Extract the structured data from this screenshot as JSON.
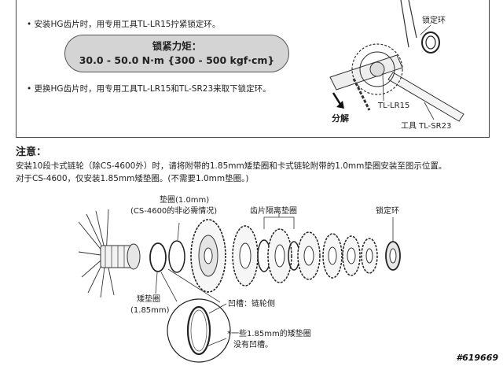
{
  "top_box": {
    "bullet1": "• 安装HG齿片时，用专用工具TL-LR15拧紧锁定环。",
    "torque_title": "锁紧力矩：",
    "torque_value": "30.0 - 50.0 N·m {300 - 500 kgf·cm}",
    "bullet2": "• 更换HG齿片时，用专用工具TL-LR15和TL-SR23来取下锁定环。",
    "label_lockring": "锁定环",
    "label_lr15": "TL-LR15",
    "label_remove": "分解",
    "label_sr23": "工具 TL-SR23"
  },
  "note": {
    "heading": "注意：",
    "line1": "安装10段卡式链轮（除CS-4600外）时，请将附带的1.85mm矮垫圈和卡式链轮附带的1.0mm垫圈安装至图示位置。",
    "line2": "对于CS-4600，仅安装1.85mm矮垫圈。(不需要1.0mm垫圈。)"
  },
  "diagram": {
    "spacer_1mm": "垫圈(1.0mm)",
    "spacer_1mm_note": "(CS-4600的非必需情况)",
    "sprocket_spacer": "齿片隔离垫圈",
    "lockring": "锁定环",
    "low_spacer": "矮垫圈",
    "low_spacer_size": "(1.85mm)",
    "groove": "凹槽：链轮侧",
    "footnote1": "*一些1.85mm的矮垫圈",
    "footnote2": "没有凹槽。"
  },
  "watermark": "#619669"
}
